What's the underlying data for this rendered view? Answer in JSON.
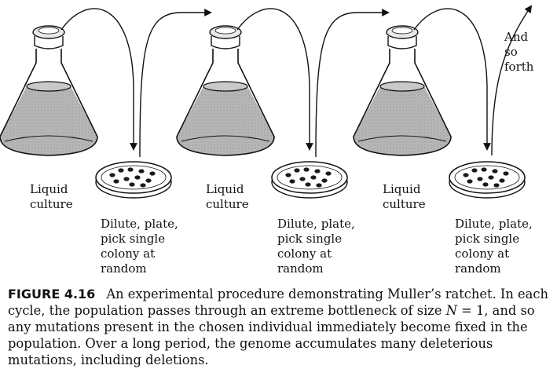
{
  "cycles": [
    {
      "flask_label": "Liquid\nculture",
      "plate_label": "Dilute, plate,\npick single\ncolony at\nrandom"
    },
    {
      "flask_label": "Liquid\nculture",
      "plate_label": "Dilute, plate,\npick single\ncolony at\nrandom"
    },
    {
      "flask_label": "Liquid\nculture",
      "plate_label": "Dilute, plate,\npick single\ncolony at\nrandom"
    }
  ],
  "continuation_label": "And\nso\nforth",
  "caption": {
    "figure_id": "FIGURE 4.16",
    "text_before_n": "An experimental procedure demonstrating Muller’s ratchet. In each cycle, the population passes through an extreme bottleneck of size ",
    "n_symbol": "N",
    "text_after_n": " = 1, and so any mutations present in the chosen individual immediately become fixed in the population. Over a long period, the genome accumulates many deleterious mutations, including deletions."
  },
  "colors": {
    "ink": "#111111",
    "liquid": "#b5b5b5",
    "glass": "#ffffff",
    "colony": "#1a1a1a"
  }
}
